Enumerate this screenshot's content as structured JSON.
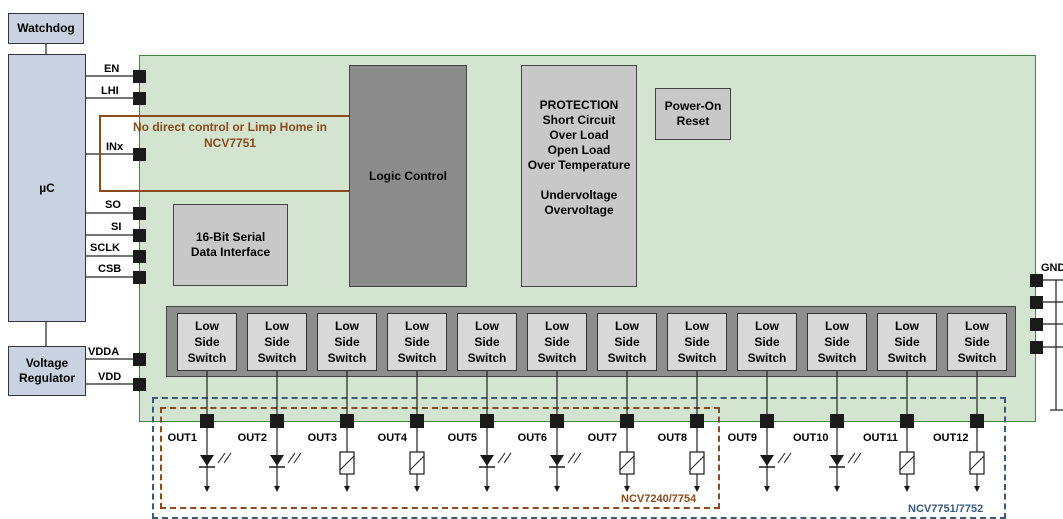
{
  "mcu": {
    "watchdog": "Watchdog",
    "label": "µC",
    "regulator": "Voltage Regulator"
  },
  "pins": {
    "en": "EN",
    "lhi": "LHI",
    "inx": "INx",
    "so": "SO",
    "si": "SI",
    "sclk": "SCLK",
    "csb": "CSB",
    "vdda": "VDDA",
    "vdd": "VDD",
    "gnd": "GND"
  },
  "note": "No direct control or Limp Home in NCV7751",
  "blocks": {
    "serial": "16-Bit Serial Data Interface",
    "logic": "Logic Control",
    "protection": "PROTECTION\nShort Circuit\nOver Load\nOpen Load\nOver Temperature\n\nUndervoltage\nOvervoltage",
    "por": "Power-On Reset",
    "switch": "Low Side Switch"
  },
  "outputs": [
    {
      "label": "OUT1",
      "load": "led"
    },
    {
      "label": "OUT2",
      "load": "led"
    },
    {
      "label": "OUT3",
      "load": "relay"
    },
    {
      "label": "OUT4",
      "load": "relay"
    },
    {
      "label": "OUT5",
      "load": "led"
    },
    {
      "label": "OUT6",
      "load": "led"
    },
    {
      "label": "OUT7",
      "load": "relay"
    },
    {
      "label": "OUT8",
      "load": "relay"
    },
    {
      "label": "OUT9",
      "load": "led"
    },
    {
      "label": "OUT10",
      "load": "led"
    },
    {
      "label": "OUT11",
      "load": "relay"
    },
    {
      "label": "OUT12",
      "load": "relay"
    }
  ],
  "variants": {
    "group8": "NCV7240/7754",
    "group12": "NCV7751/7752"
  },
  "colors": {
    "chip_fill": "#d3e5d0",
    "chip_border": "#3c8a3c",
    "note_border": "#8a4a1e",
    "note_text": "#8a4a1e",
    "mcu_fill": "#c8d2e0"
  }
}
